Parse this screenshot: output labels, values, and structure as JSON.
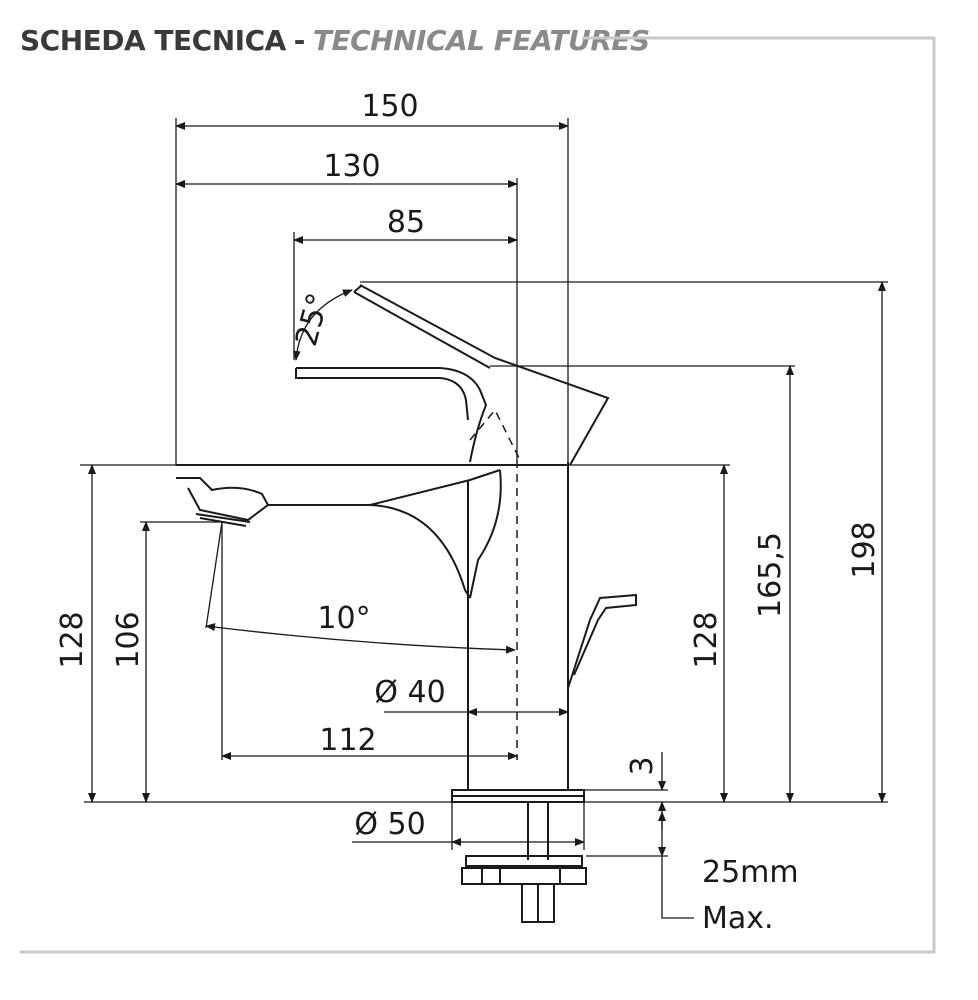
{
  "header": {
    "title_main": "SCHEDA TECNICA",
    "separator": "-",
    "title_sub": "TECHNICAL FEATURES"
  },
  "dimensions": {
    "width_150": "150",
    "width_130": "130",
    "width_85": "85",
    "angle_25": "25°",
    "angle_10": "10°",
    "height_198": "198",
    "height_165": "165,5",
    "height_128_left": "128",
    "height_106": "106",
    "height_128_right": "128",
    "diam_40": "Ø 40",
    "reach_112": "112",
    "thickness_3": "3",
    "diam_50": "Ø 50",
    "max_value": "25mm",
    "max_label": "Max."
  },
  "colors": {
    "line": "#1a1a1a",
    "frame": "#c8c8c8",
    "title_dark": "#3a3a3a",
    "title_light": "#8a8a8a"
  }
}
